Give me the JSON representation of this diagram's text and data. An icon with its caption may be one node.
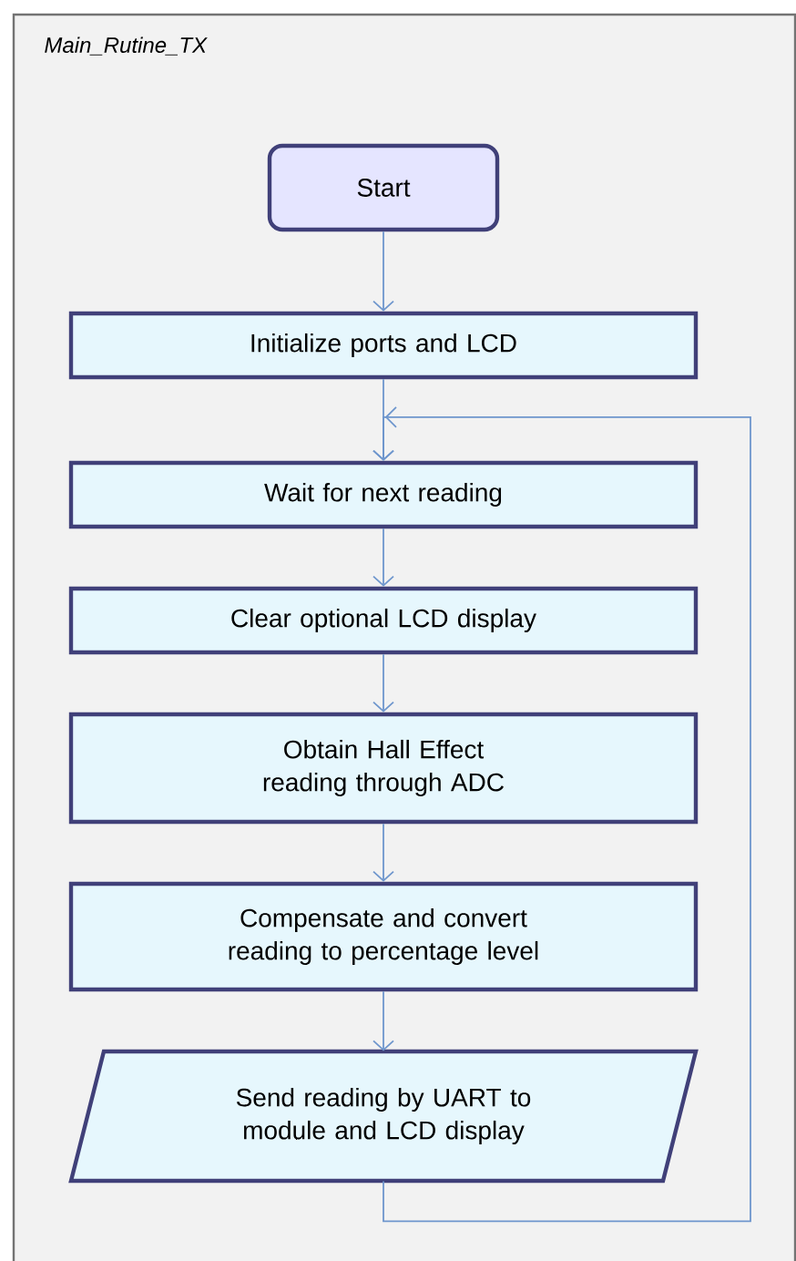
{
  "diagram": {
    "nodes": [
      {
        "text": [
          "Main_Rutine_TX"
        ]
      },
      {
        "text": [
          "Start"
        ],
        "in": 0
      },
      {
        "text": [
          "Initialize ports and LCD"
        ],
        "in": 0
      },
      {
        "text": [
          "Wait for next reading"
        ],
        "in": 0
      },
      {
        "text": [
          "Clear optional LCD display"
        ],
        "in": 0
      },
      {
        "text": [
          "Obtain Hall Effect reading through ADC"
        ],
        "in": 0
      },
      {
        "text": [
          "Compensate and convert reading to percentage level"
        ],
        "in": 0
      },
      {
        "text": [
          "Send reading by UART to module and LCD display"
        ],
        "in": 0
      }
    ],
    "edges": [
      {
        "from": 1,
        "to": 2,
        "arrow": "to"
      },
      {
        "from": 2,
        "to": 3,
        "arrow": "to"
      },
      {
        "from": 3,
        "to": 4,
        "arrow": "to"
      },
      {
        "from": 4,
        "to": 5,
        "arrow": "to"
      },
      {
        "from": 5,
        "to": 6,
        "arrow": "to"
      },
      {
        "from": 6,
        "to": 7,
        "arrow": "to"
      },
      {
        "from": 7,
        "to": 3,
        "arrow": "to"
      }
    ]
  }
}
